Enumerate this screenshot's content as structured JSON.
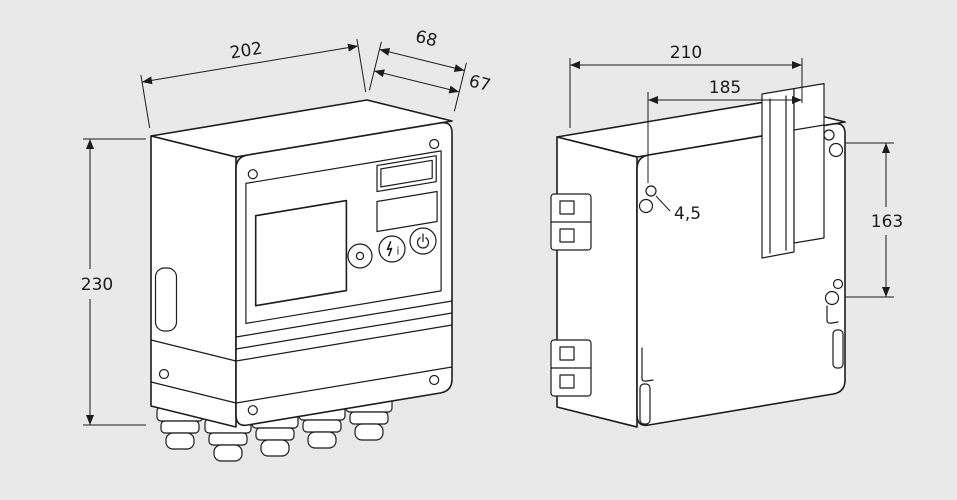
{
  "drawing": {
    "background": "#e9e9e9",
    "line_color": "#1c1c1c",
    "fill_color": "#ffffff",
    "front_view": {
      "width": "202",
      "depth_total": "68",
      "depth_housing": "67",
      "height": "230",
      "buttons": [
        {
          "icon": "select-dot"
        },
        {
          "icon": "reset-lightning-i",
          "glyph": "i"
        },
        {
          "icon": "power"
        }
      ]
    },
    "back_view": {
      "width_overall": "210",
      "hole_spacing_horizontal": "185",
      "hole_diameter": "4,5",
      "hole_spacing_vertical": "163"
    }
  }
}
